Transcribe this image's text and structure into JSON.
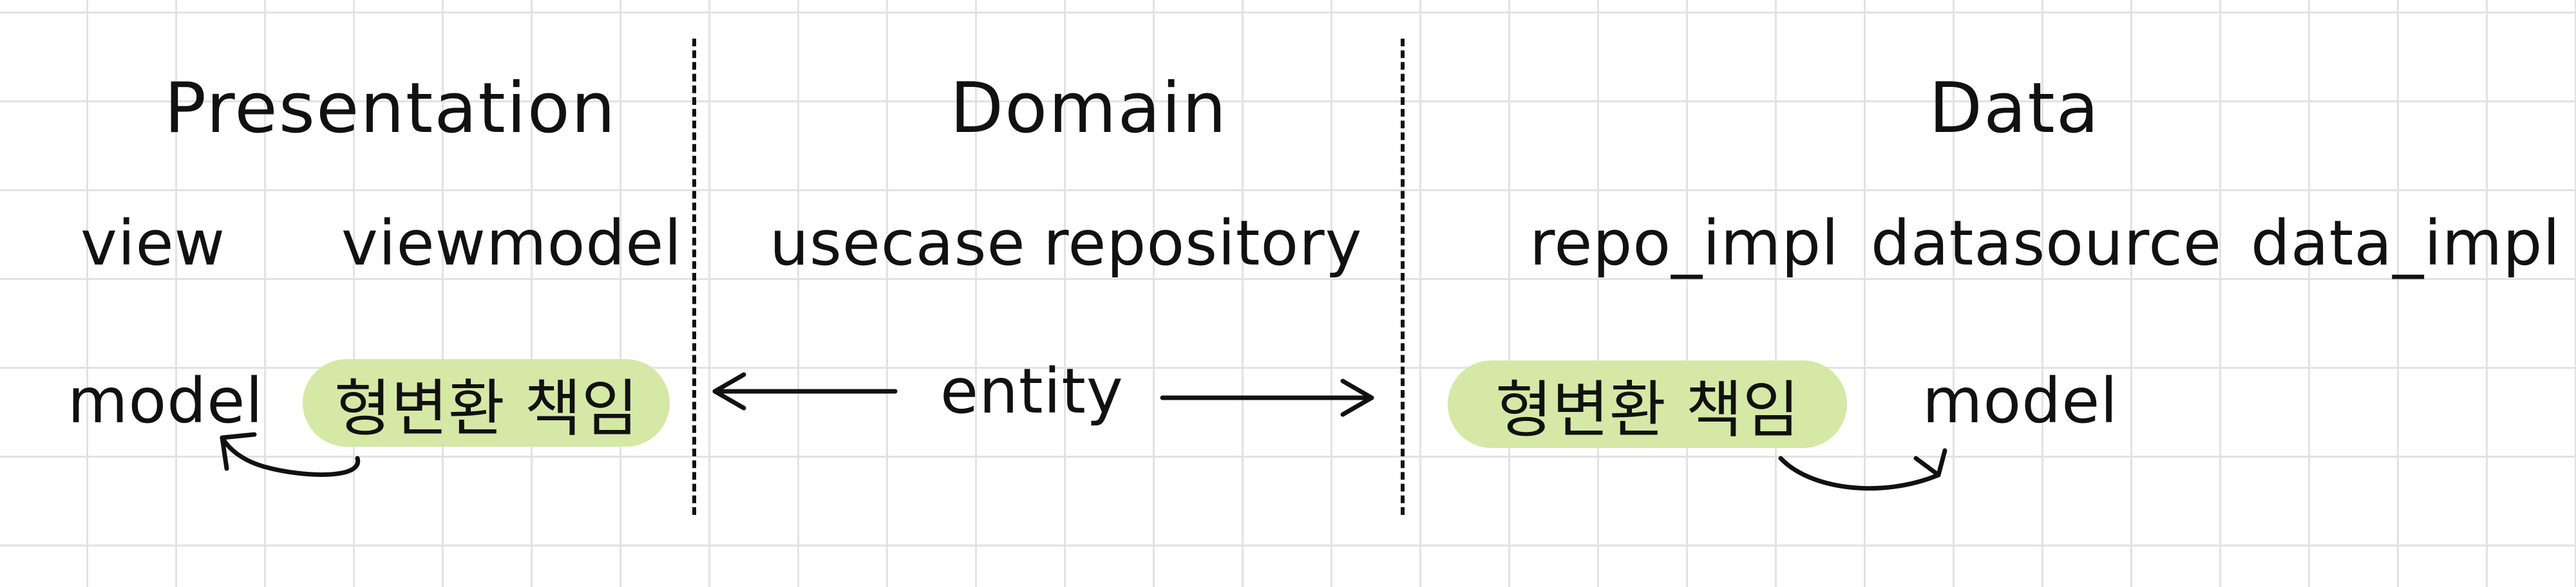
{
  "layers": {
    "presentation": {
      "title": "Presentation",
      "items": [
        "view",
        "viewmodel"
      ],
      "model": "model",
      "mapper": "형변환 책임"
    },
    "domain": {
      "title": "Domain",
      "items": [
        "usecase",
        "repository"
      ],
      "entity": "entity"
    },
    "data": {
      "title": "Data",
      "items": [
        "repo_impl",
        "datasource",
        "data_impl"
      ],
      "model": "model",
      "mapper": "형변환 책임"
    }
  },
  "colors": {
    "highlight": "#d6e8a6",
    "ink": "#111111",
    "grid": "#e2e2e2"
  }
}
